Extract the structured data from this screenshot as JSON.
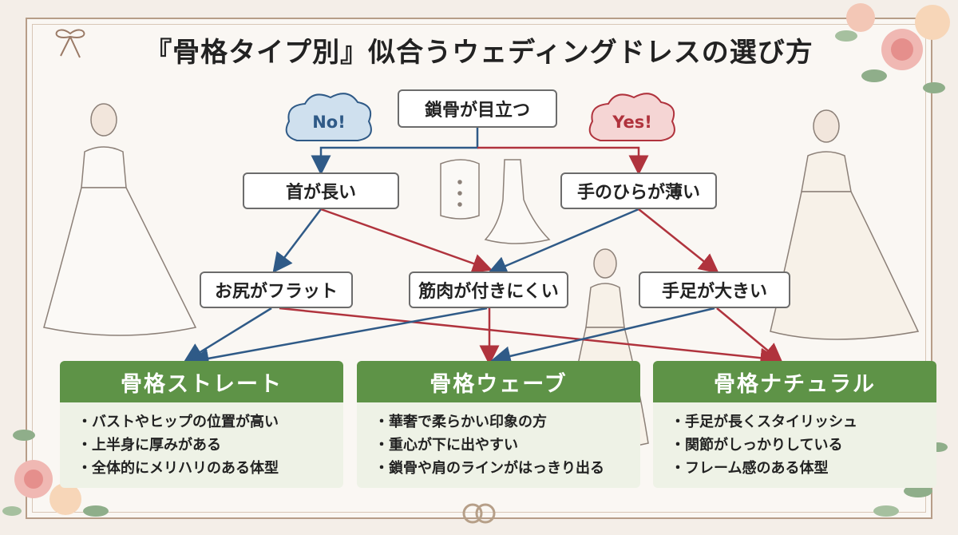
{
  "title": "『骨格タイプ別』似合うウェディングドレスの選び方",
  "colors": {
    "no_arrow": "#2f5a87",
    "yes_arrow": "#b0333d",
    "card_header": "#5e9347"
  },
  "nodes": {
    "root": "鎖骨が目立つ",
    "no_badge": "No!",
    "yes_badge": "Yes!",
    "neck": "首が長い",
    "palm": "手のひらが薄い",
    "hip": "お尻がフラット",
    "muscle": "筋肉が付きにくい",
    "limbs": "手足が大きい"
  },
  "cards": [
    {
      "title": "骨格ストレート",
      "points": [
        "バストやヒップの位置が高い",
        "上半身に厚みがある",
        "全体的にメリハリのある体型"
      ]
    },
    {
      "title": "骨格ウェーブ",
      "points": [
        "華奢で柔らかい印象の方",
        "重心が下に出やすい",
        "鎖骨や肩のラインがはっきり出る"
      ]
    },
    {
      "title": "骨格ナチュラル",
      "points": [
        "手足が長くスタイリッシュ",
        "関節がしっかりしている",
        "フレーム感のある体型"
      ]
    }
  ],
  "illustrations": [
    "bride-left",
    "bodice-and-mermaid-dress",
    "bride-center",
    "bride-right",
    "rose-corner-icon",
    "bow-icon",
    "rings-icon"
  ]
}
